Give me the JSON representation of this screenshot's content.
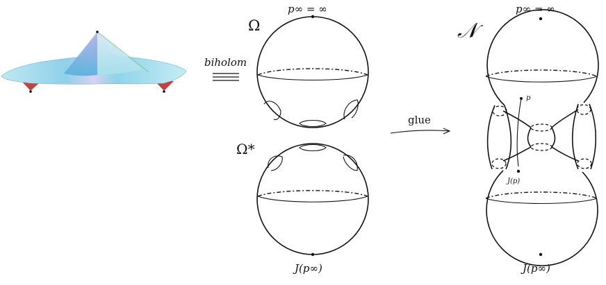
{
  "labels": {
    "p_inf_top_left": "p∞ = ∞",
    "p_inf_top_right": "p∞ = ∞",
    "omega": "Ω",
    "omega_star": "Ω*",
    "biholom": "biholom",
    "glue": "glue",
    "n_cal": "𝒩",
    "p_point": "p",
    "j_of_p": "J(p)",
    "j_p_inf_left": "J(p∞)",
    "j_p_inf_right": "J(p∞)"
  },
  "colors": {
    "ink": "#111111",
    "surface_light": "#bfe6ef",
    "surface_mid": "#6fbfe0",
    "surface_peak": "#c9c2ea",
    "spike": "#c0443f"
  }
}
